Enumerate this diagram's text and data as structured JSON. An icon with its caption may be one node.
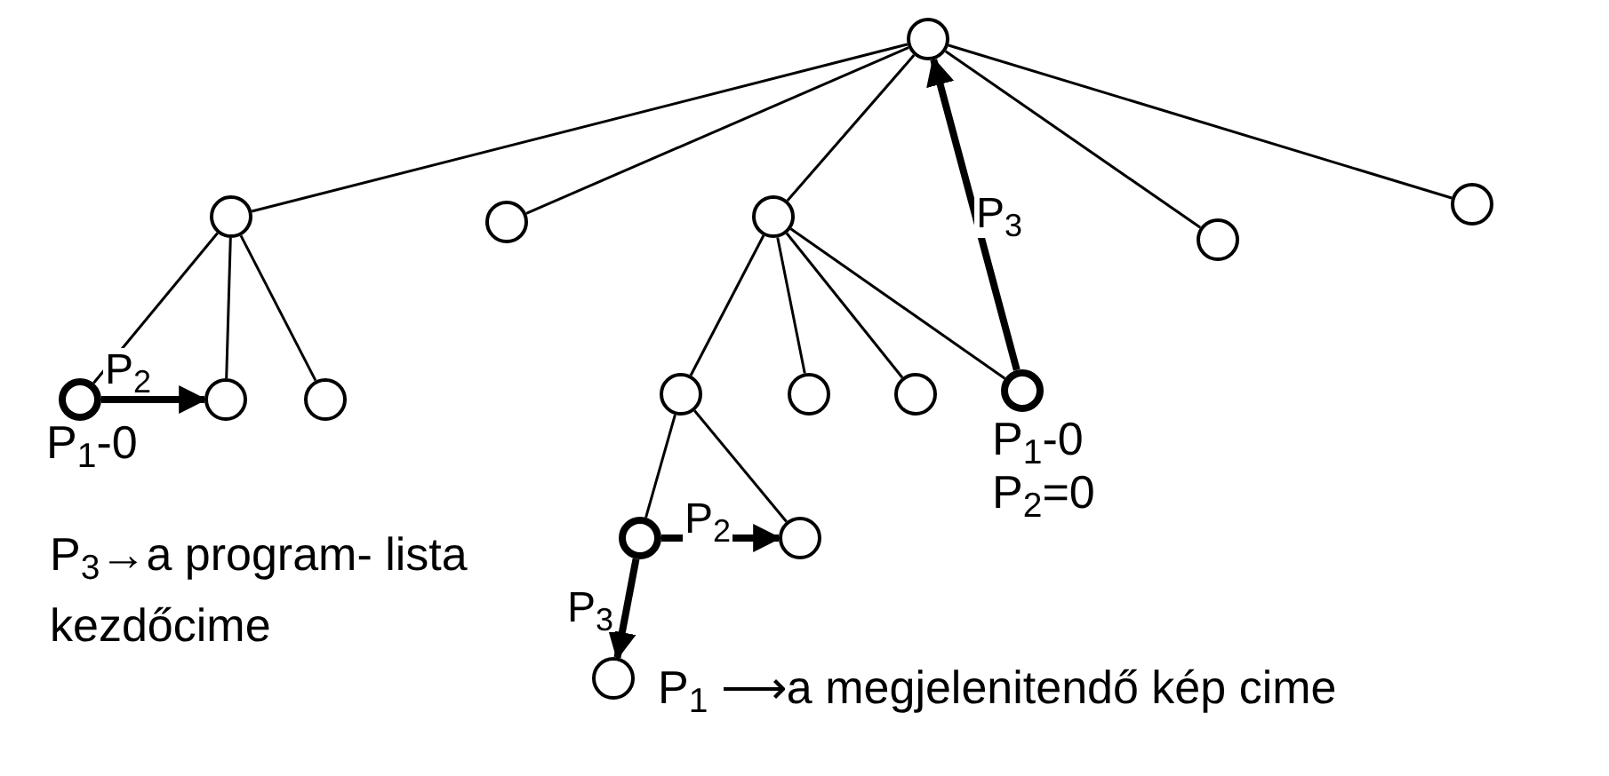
{
  "diagram": {
    "nodes": [
      {
        "text": [],
        "shape": "circle"
      },
      {
        "text": [],
        "shape": "circle"
      },
      {
        "text": [],
        "shape": "circle"
      },
      {
        "text": [],
        "shape": "circle"
      },
      {
        "text": [],
        "shape": "circle"
      },
      {
        "text": [],
        "shape": "circle"
      },
      {
        "text": [],
        "shape": "disc",
        "beside": [
          "P$_{1}$-0"
        ]
      },
      {
        "text": [],
        "shape": "circle"
      },
      {
        "text": [],
        "shape": "circle"
      },
      {
        "text": [],
        "shape": "circle"
      },
      {
        "text": [],
        "shape": "circle"
      },
      {
        "text": [],
        "shape": "circle"
      },
      {
        "text": [],
        "shape": "disc",
        "beside": [
          "P$_{1}$-0",
          "P$_{2}$=0"
        ]
      },
      {
        "text": [],
        "shape": "disc"
      },
      {
        "text": [],
        "shape": "circle"
      },
      {
        "text": [],
        "shape": "circle",
        "beside": [
          "P$_{1}$ ⟶a megjelenitendő kép cime"
        ]
      }
    ],
    "edges": [
      {
        "from": 0,
        "to": 1,
        "arrow": "none"
      },
      {
        "from": 0,
        "to": 2,
        "arrow": "none"
      },
      {
        "from": 0,
        "to": 3,
        "arrow": "none"
      },
      {
        "from": 0,
        "to": 4,
        "arrow": "none"
      },
      {
        "from": 0,
        "to": 5,
        "arrow": "none"
      },
      {
        "from": 1,
        "to": 6,
        "arrow": "none"
      },
      {
        "from": 1,
        "to": 7,
        "arrow": "none"
      },
      {
        "from": 1,
        "to": 8,
        "arrow": "none"
      },
      {
        "from": 3,
        "to": 9,
        "arrow": "none"
      },
      {
        "from": 3,
        "to": 10,
        "arrow": "none"
      },
      {
        "from": 3,
        "to": 11,
        "arrow": "none"
      },
      {
        "from": 3,
        "to": 12,
        "arrow": "none"
      },
      {
        "from": 9,
        "to": 13,
        "arrow": "none"
      },
      {
        "from": 9,
        "to": 14,
        "arrow": "none"
      },
      {
        "from": 6,
        "to": 7,
        "arrow": "to",
        "label": "P$_{2}$",
        "style": "thick"
      },
      {
        "from": 12,
        "to": 0,
        "arrow": "to",
        "label": "P$_{3}$",
        "style": "thick"
      },
      {
        "from": 13,
        "to": 14,
        "arrow": "to",
        "label": "P$_{2}$",
        "style": "thick"
      },
      {
        "from": 13,
        "to": 15,
        "arrow": "to",
        "label": "P$_{3}$",
        "style": "thick"
      }
    ],
    "labels": [
      "P$_{3}$→a program- lista kezdőcime"
    ]
  }
}
